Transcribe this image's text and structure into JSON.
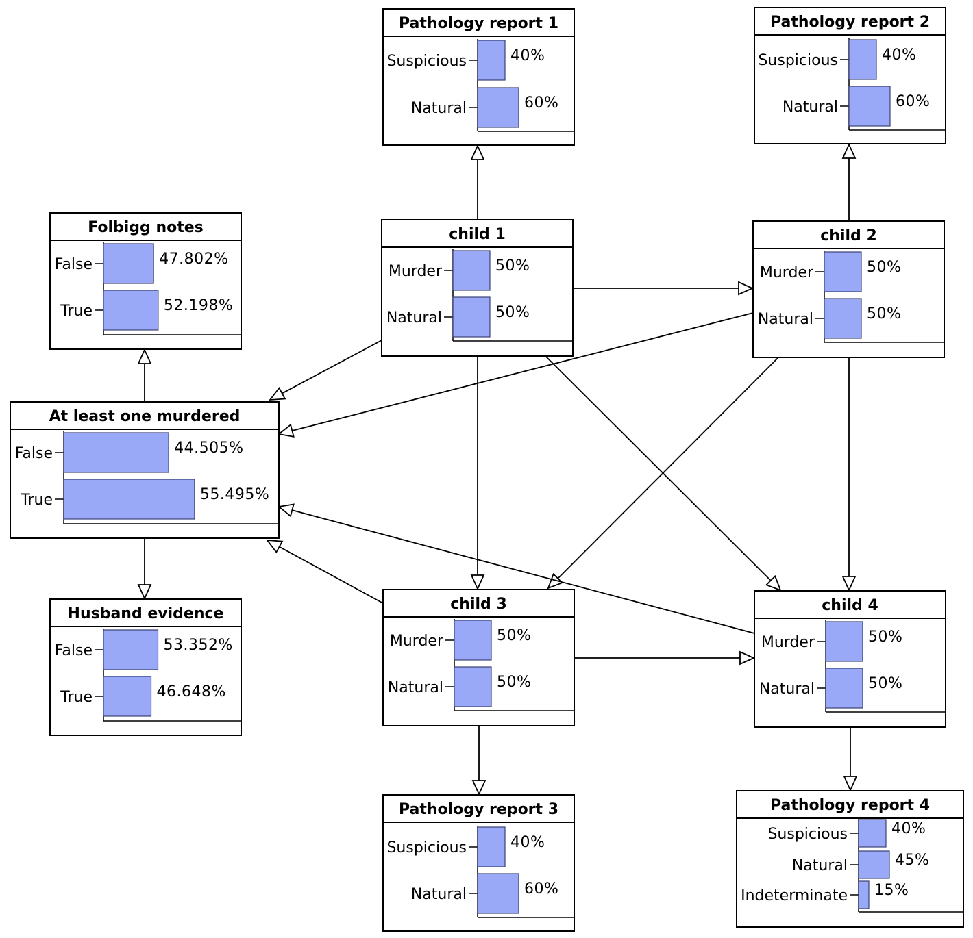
{
  "colors": {
    "bar_fill": "#9aa8f8",
    "bar_stroke": "#3b4272",
    "border": "#000000"
  },
  "nodes": [
    {
      "id": "pathology1",
      "title": "Pathology report 1",
      "states": [
        {
          "label": "Suspicious",
          "value": "40%",
          "p": 0.4
        },
        {
          "label": "Natural",
          "value": "60%",
          "p": 0.6
        }
      ]
    },
    {
      "id": "pathology2",
      "title": "Pathology report 2",
      "states": [
        {
          "label": "Suspicious",
          "value": "40%",
          "p": 0.4
        },
        {
          "label": "Natural",
          "value": "60%",
          "p": 0.6
        }
      ]
    },
    {
      "id": "folbigg",
      "title": "Folbigg notes",
      "states": [
        {
          "label": "False",
          "value": "47.802%",
          "p": 0.47802
        },
        {
          "label": "True",
          "value": "52.198%",
          "p": 0.52198
        }
      ]
    },
    {
      "id": "child1",
      "title": "child 1",
      "states": [
        {
          "label": "Murder",
          "value": "50%",
          "p": 0.5
        },
        {
          "label": "Natural",
          "value": "50%",
          "p": 0.5
        }
      ]
    },
    {
      "id": "child2",
      "title": "child 2",
      "states": [
        {
          "label": "Murder",
          "value": "50%",
          "p": 0.5
        },
        {
          "label": "Natural",
          "value": "50%",
          "p": 0.5
        }
      ]
    },
    {
      "id": "atleast",
      "title": "At least one murdered",
      "states": [
        {
          "label": "False",
          "value": "44.505%",
          "p": 0.44505
        },
        {
          "label": "True",
          "value": "55.495%",
          "p": 0.55495
        }
      ]
    },
    {
      "id": "husband",
      "title": "Husband evidence",
      "states": [
        {
          "label": "False",
          "value": "53.352%",
          "p": 0.53352
        },
        {
          "label": "True",
          "value": "46.648%",
          "p": 0.46648
        }
      ]
    },
    {
      "id": "child3",
      "title": "child 3",
      "states": [
        {
          "label": "Murder",
          "value": "50%",
          "p": 0.5
        },
        {
          "label": "Natural",
          "value": "50%",
          "p": 0.5
        }
      ]
    },
    {
      "id": "child4",
      "title": "child 4",
      "states": [
        {
          "label": "Murder",
          "value": "50%",
          "p": 0.5
        },
        {
          "label": "Natural",
          "value": "50%",
          "p": 0.5
        }
      ]
    },
    {
      "id": "pathology3",
      "title": "Pathology report 3",
      "states": [
        {
          "label": "Suspicious",
          "value": "40%",
          "p": 0.4
        },
        {
          "label": "Natural",
          "value": "60%",
          "p": 0.6
        }
      ]
    },
    {
      "id": "pathology4",
      "title": "Pathology report 4",
      "states": [
        {
          "label": "Suspicious",
          "value": "40%",
          "p": 0.4
        },
        {
          "label": "Natural",
          "value": "45%",
          "p": 0.45
        },
        {
          "label": "Indeterminate",
          "value": "15%",
          "p": 0.15
        }
      ]
    }
  ],
  "edges": [
    {
      "from": "child1",
      "to": "pathology1"
    },
    {
      "from": "child2",
      "to": "pathology2"
    },
    {
      "from": "atleast",
      "to": "folbigg"
    },
    {
      "from": "atleast",
      "to": "husband"
    },
    {
      "from": "child1",
      "to": "child2"
    },
    {
      "from": "child1",
      "to": "child3"
    },
    {
      "from": "child1",
      "to": "child4"
    },
    {
      "from": "child1",
      "to": "atleast"
    },
    {
      "from": "child2",
      "to": "child3"
    },
    {
      "from": "child2",
      "to": "child4"
    },
    {
      "from": "child2",
      "to": "atleast"
    },
    {
      "from": "child3",
      "to": "child4"
    },
    {
      "from": "child3",
      "to": "atleast"
    },
    {
      "from": "child4",
      "to": "atleast"
    },
    {
      "from": "child3",
      "to": "pathology3"
    },
    {
      "from": "child4",
      "to": "pathology4"
    }
  ]
}
